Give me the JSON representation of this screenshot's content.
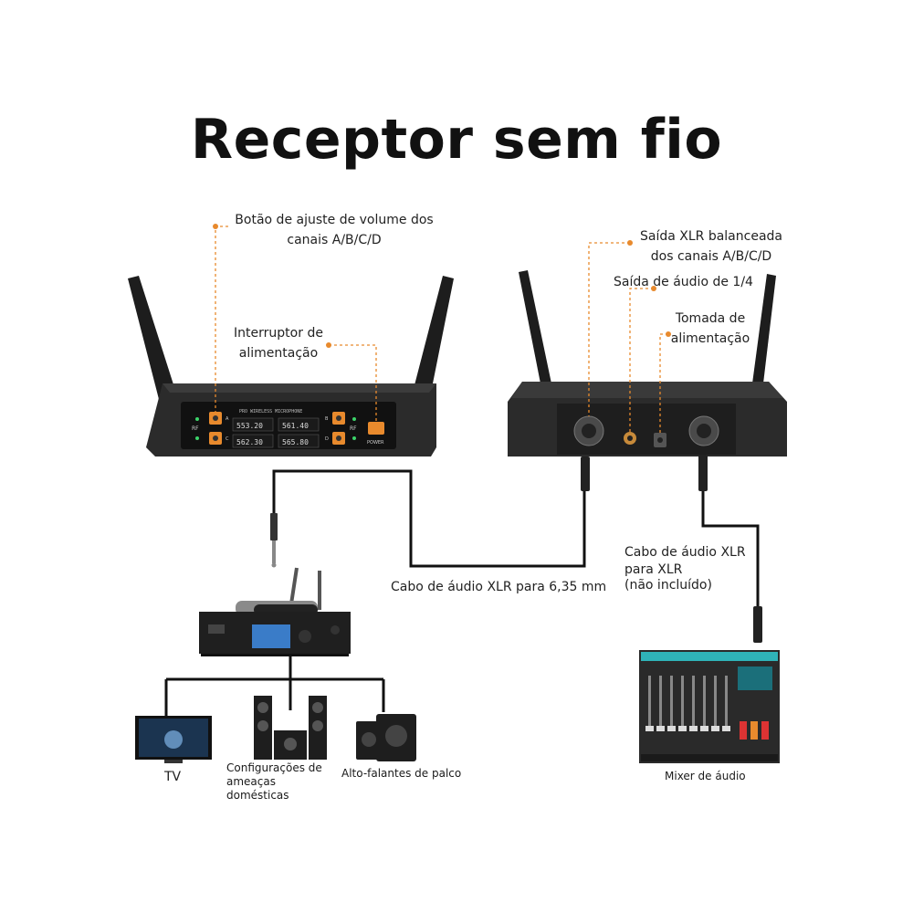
{
  "title": "Receptor sem fio",
  "callouts": {
    "volume_line1": "Botão de ajuste de volume dos",
    "volume_line2": "canais A/B/C/D",
    "power_switch_line1": "Interruptor de",
    "power_switch_line2": "alimentação",
    "xlr_out_line1": "Saída XLR balanceada",
    "xlr_out_line2": "dos canais A/B/C/D",
    "quarter_out": "Saída de áudio de 1/4",
    "power_jack_line1": "Tomada de",
    "power_jack_line2": "alimentação"
  },
  "receiver_front": {
    "brand_text": "PRO WIRELESS MICROPHONE",
    "rf_label": "RF",
    "channels": [
      "A",
      "B",
      "C",
      "D"
    ],
    "freq_a": "553.20",
    "freq_b": "561.40",
    "freq_c": "562.30",
    "freq_d": "565.80",
    "power_label": "POWER"
  },
  "cables": {
    "xlr_to_635": "Cabo de áudio XLR para 6,35 mm",
    "xlr_to_xlr_line1": "Cabo de áudio XLR",
    "xlr_to_xlr_line2": "para XLR",
    "not_included": "(não incluído)"
  },
  "outputs": {
    "tv": "TV",
    "home_line1": "Configurações de",
    "home_line2": "ameaças domésticas",
    "stage": "Alto-falantes de palco",
    "mixer": "Mixer de áudio"
  },
  "colors": {
    "accent": "#e88a2d",
    "device": "#2a2a2a",
    "cable": "#111111"
  }
}
